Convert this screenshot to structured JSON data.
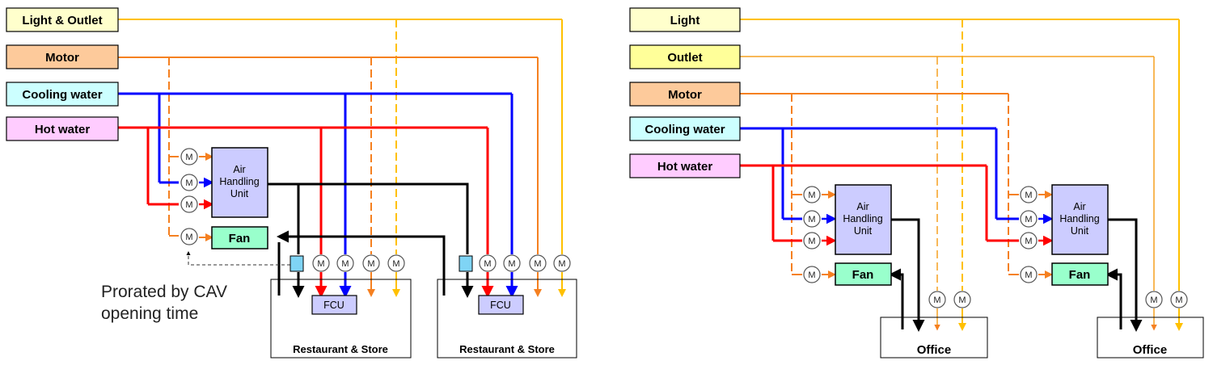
{
  "colors": {
    "light": "#ffc000",
    "motor": "#f58020",
    "cooling": "#0000ff",
    "hot": "#ff0000",
    "supply": "#000000",
    "ahu_fill": "#ccccff",
    "fan_fill": "#99ffcc",
    "cav_fill": "#7fd4f5"
  },
  "left": {
    "utilities": [
      "Light & Outlet",
      "Motor",
      "Cooling water",
      "Hot water"
    ],
    "ahu_label": [
      "Air",
      "Handling",
      "Unit"
    ],
    "fan_label": "Fan",
    "fcu_label": "FCU",
    "meter_symbol": "M",
    "note": [
      "Prorated by CAV",
      "opening time"
    ],
    "rooms": [
      "Restaurant & Store",
      "Restaurant & Store"
    ]
  },
  "right": {
    "utilities": [
      "Light",
      "Outlet",
      "Motor",
      "Cooling water",
      "Hot water"
    ],
    "ahu_label": [
      "Air",
      "Handling",
      "Unit"
    ],
    "fan_label": "Fan",
    "meter_symbol": "M",
    "rooms": [
      "Office",
      "Office"
    ]
  }
}
